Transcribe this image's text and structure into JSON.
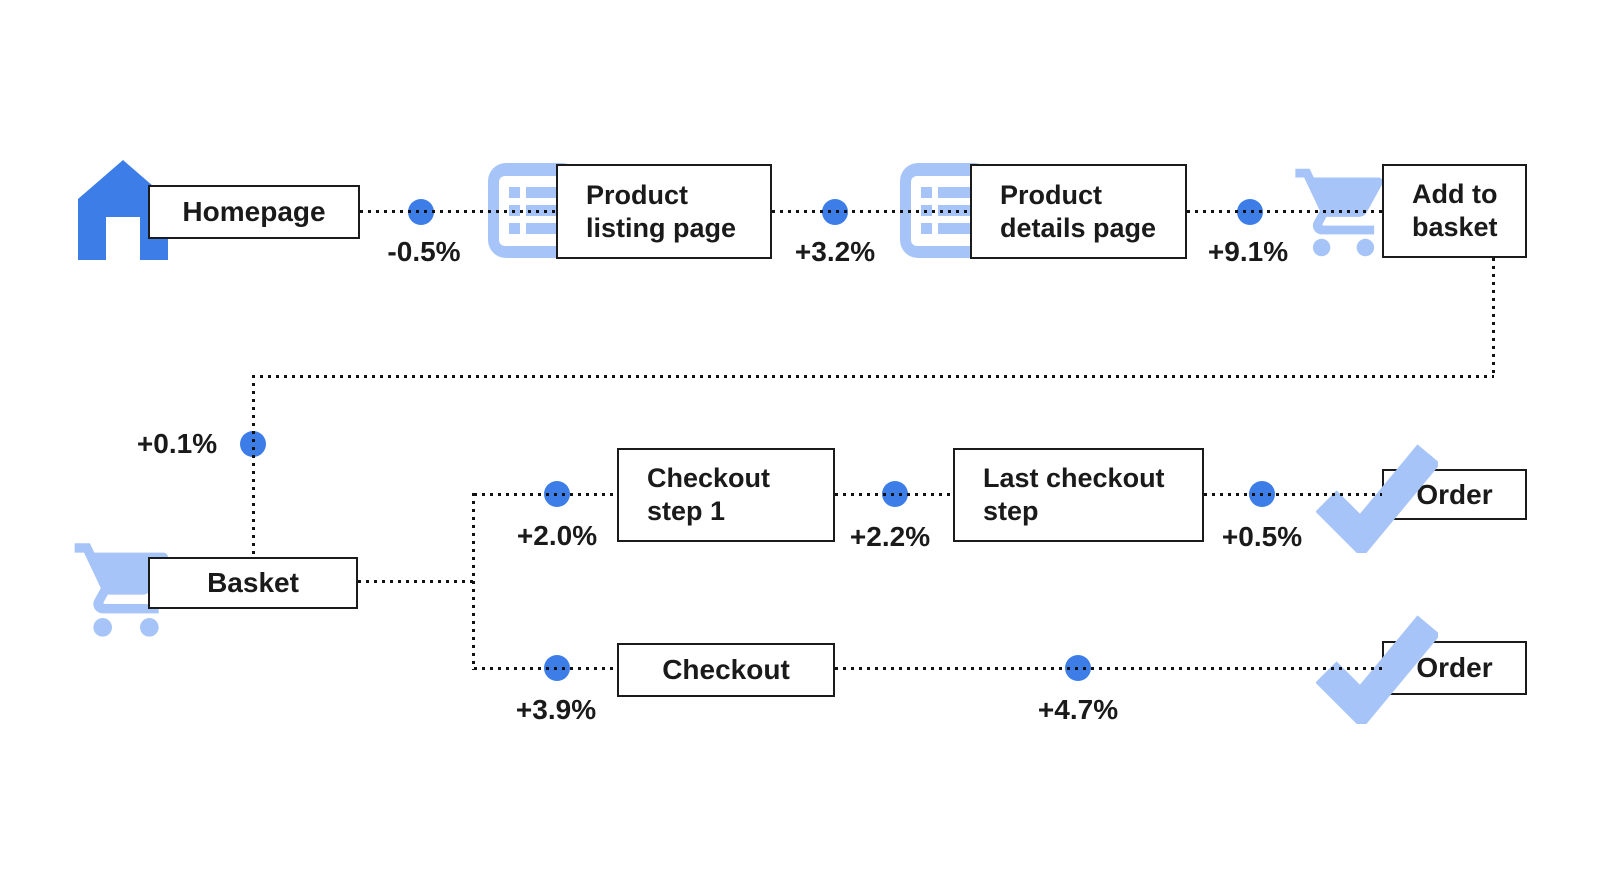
{
  "nodes": {
    "homepage": {
      "label": "Homepage",
      "icon": "home-icon"
    },
    "product_listing_page": {
      "line1": "Product",
      "line2": "listing page",
      "icon": "list-icon"
    },
    "product_details_page": {
      "line1": "Product",
      "line2": "details page",
      "icon": "list-icon"
    },
    "add_to_basket": {
      "line1": "Add to",
      "line2": "basket",
      "icon": "cart-icon"
    },
    "basket": {
      "label": "Basket",
      "icon": "cart-icon"
    },
    "checkout_step_1": {
      "line1": "Checkout",
      "line2": "step 1"
    },
    "last_checkout_step": {
      "line1": "Last checkout",
      "line2": "step"
    },
    "order_top": {
      "label": "Order",
      "icon": "check-icon"
    },
    "checkout": {
      "label": "Checkout"
    },
    "order_bottom": {
      "label": "Order",
      "icon": "check-icon"
    }
  },
  "edges": {
    "homepage_to_product_listing": {
      "delta": "-0.5%"
    },
    "product_listing_to_product_details": {
      "delta": "+3.2%"
    },
    "product_details_to_add_to_basket": {
      "delta": "+9.1%"
    },
    "add_to_basket_to_basket": {
      "delta": "+0.1%"
    },
    "basket_to_checkout_step_1": {
      "delta": "+2.0%"
    },
    "checkout_step_1_to_last_checkout_step": {
      "delta": "+2.2%"
    },
    "last_checkout_step_to_order": {
      "delta": "+0.5%"
    },
    "basket_to_checkout": {
      "delta": "+3.9%"
    },
    "checkout_to_order": {
      "delta": "+4.7%"
    }
  },
  "colors": {
    "node_blue": "#3D7DE8",
    "icon_light_blue": "#A6C4F7",
    "line_black": "#111111",
    "text_black": "#1A1A1A",
    "box_background": "#FFFFFF"
  }
}
